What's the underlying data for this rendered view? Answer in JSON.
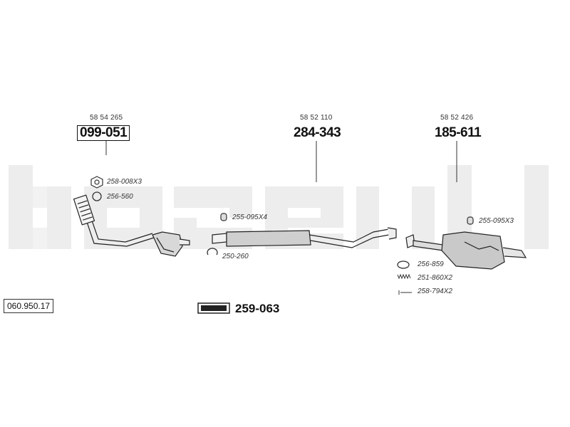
{
  "diagram": {
    "watermark_text": "bosal",
    "logo_text": "bosal",
    "sections": [
      {
        "ref": "58 54 265",
        "part_no": "099-051",
        "boxed": true
      },
      {
        "ref": "58 52 110",
        "part_no": "284-343",
        "boxed": false
      },
      {
        "ref": "58 52 426",
        "part_no": "185-611",
        "boxed": false
      }
    ],
    "accessories": [
      {
        "code": "258-008X3",
        "icon": "nut-icon"
      },
      {
        "code": "256-560",
        "icon": "gasket-ring-icon"
      },
      {
        "code": "255-095X4",
        "icon": "rubber-mount-icon"
      },
      {
        "code": "250-260",
        "icon": "clamp-icon"
      },
      {
        "code": "255-095X3",
        "icon": "rubber-mount-icon"
      },
      {
        "code": "256-859",
        "icon": "gasket-ring-icon"
      },
      {
        "code": "251-860X2",
        "icon": "spring-icon"
      },
      {
        "code": "258-794X2",
        "icon": "bolt-icon"
      }
    ],
    "kit": {
      "code": "259-063"
    },
    "document_id": "060.950.17"
  }
}
